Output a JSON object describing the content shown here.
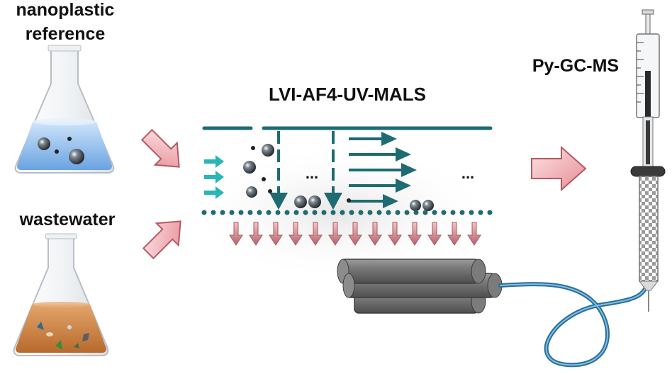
{
  "labels": {
    "reference_line1": "nanoplastic",
    "reference_line2": "reference",
    "sample": "wastewater",
    "separation": "LVI-AF4-UV-MALS",
    "detection": "Py-GC-MS",
    "ellipsis_left": "...",
    "ellipsis_right": "..."
  },
  "colors": {
    "channel_teal": "#1f6b72",
    "inflow_cyan": "#2ab5b8",
    "flow_arrow_pink": "#e8a4a8",
    "flow_arrow_dark": "#a85a62",
    "reference_liquid": "#7fb4ea",
    "wastewater_liquid": "#c97a3c",
    "column_gray": "#6e6e6e",
    "tubing_blue": "#3a88b8"
  },
  "icons": [
    "erlenmeyer-flask-icon",
    "arrow-right-icon",
    "syringe-icon",
    "column-bundle-icon",
    "nanoparticle-icon"
  ]
}
